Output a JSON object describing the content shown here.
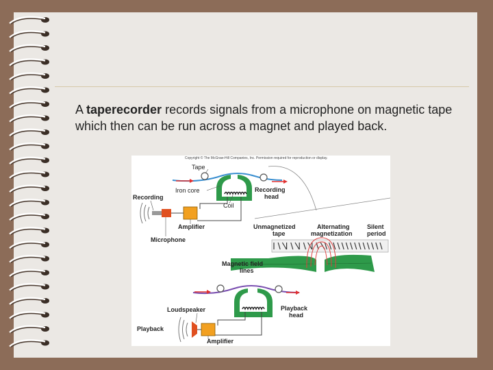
{
  "slide": {
    "text_before": "A ",
    "text_bold": "taperecorder",
    "text_after": " records signals from a microphone on magnetic tape which then can be run across a magnet and played back."
  },
  "diagram": {
    "copyright": "Copyright © The McGraw-Hill Companies, Inc. Permission required for reproduction or display.",
    "labels": {
      "tape": "Tape",
      "iron_core": "Iron core",
      "recording_head_1": "Recording",
      "recording_head_2": "head",
      "recording": "Recording",
      "coil": "Coil",
      "amplifier_top": "Amplifier",
      "microphone": "Microphone",
      "unmagnetized_1": "Unmagnetized",
      "unmagnetized_2": "tape",
      "alternating_1": "Alternating",
      "alternating_2": "magnetization",
      "silent_1": "Silent",
      "silent_2": "period",
      "field_lines_1": "Magnetic field",
      "field_lines_2": "lines",
      "loudspeaker": "Loudspeaker",
      "playback_head_1": "Playback",
      "playback_head_2": "head",
      "playback": "Playback",
      "amplifier_bottom": "Amplifier"
    },
    "colors": {
      "head": "#2e9a4a",
      "tape_top": "#3a8fd0",
      "tape_bottom": "#7a4fb0",
      "amplifier": "#f2a020",
      "arrow": "#e03030",
      "field": "#e04040"
    }
  }
}
